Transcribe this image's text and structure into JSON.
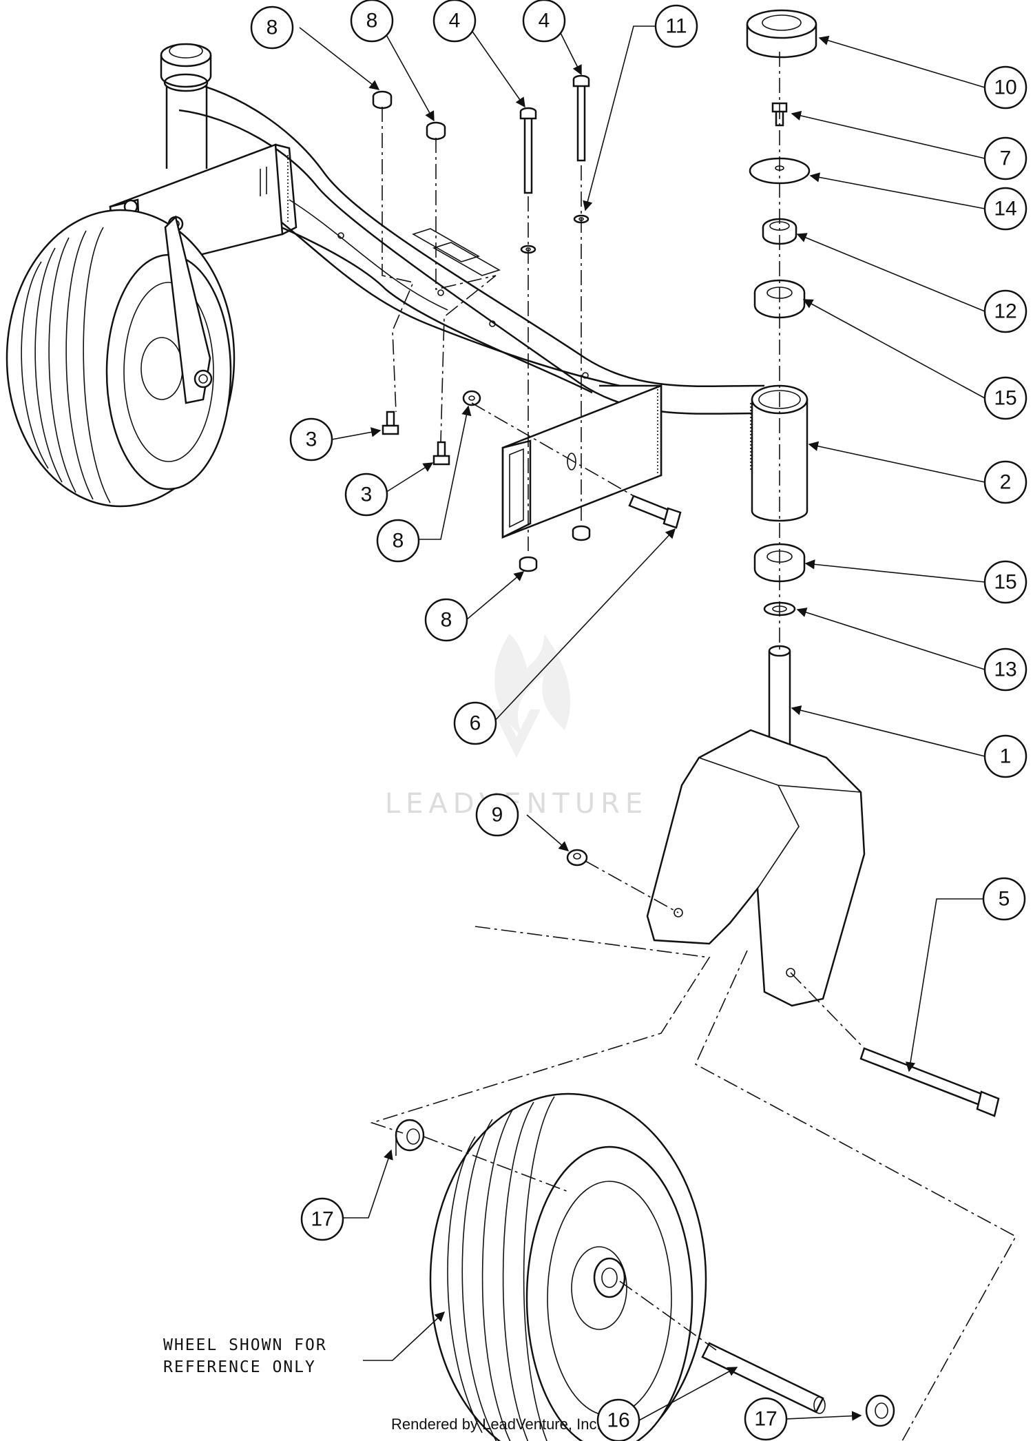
{
  "callouts": [
    "8",
    "8",
    "4",
    "4",
    "11",
    "10",
    "7",
    "14",
    "12",
    "15",
    "2",
    "15",
    "13",
    "1",
    "3",
    "3",
    "8",
    "8",
    "6",
    "9",
    "5",
    "17",
    "16",
    "17"
  ],
  "note": {
    "line1": "WHEEL SHOWN FOR",
    "line2": "REFERENCE ONLY"
  },
  "footer": "Rendered by LeadVenture, Inc.",
  "watermark": "LEADVENTURE"
}
